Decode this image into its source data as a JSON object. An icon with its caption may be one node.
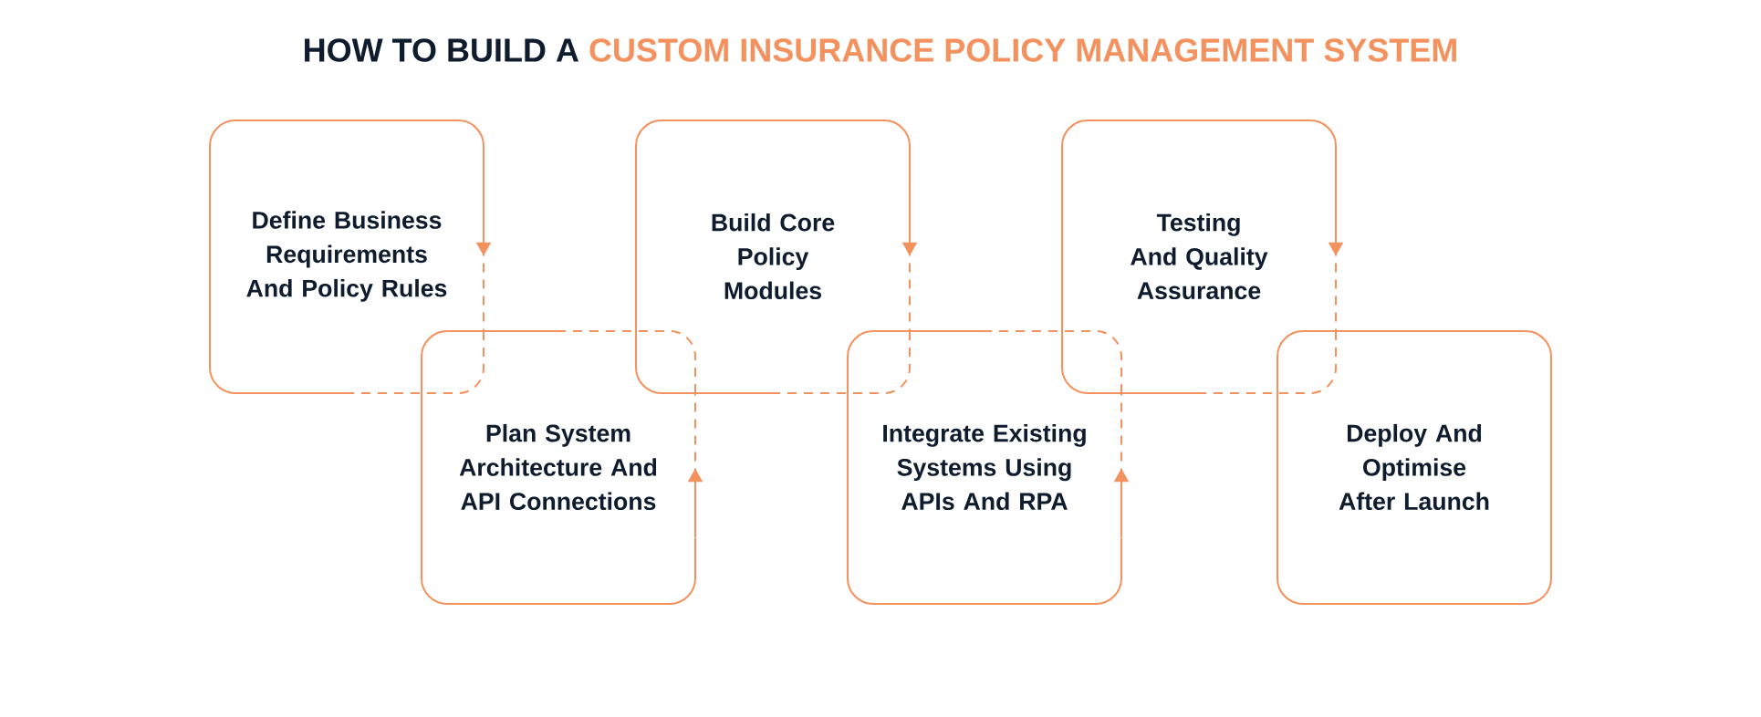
{
  "diagram": {
    "title": "HOW TO BUILD A",
    "nodes": [
      {
        "text": [
          "Define Business Requirements And Policy Rules"
        ]
      },
      {
        "text": [
          "Plan System Architecture And API Connections"
        ]
      },
      {
        "text": [
          "Build Core Policy Modules"
        ]
      },
      {
        "text": [
          "Integrate Existing Systems Using APIs And RPA"
        ]
      },
      {
        "text": [
          "Testing And Quality Assurance"
        ]
      },
      {
        "text": [
          "Deploy And Optimise After Launch"
        ]
      }
    ],
    "edges": [
      {
        "from": 0,
        "to": 1,
        "arrow": "to"
      },
      {
        "from": 1,
        "to": 2,
        "arrow": "to"
      },
      {
        "from": 2,
        "to": 3,
        "arrow": "to"
      },
      {
        "from": 3,
        "to": 4,
        "arrow": "to"
      },
      {
        "from": 4,
        "to": 5,
        "arrow": "to"
      }
    ],
    "labels": [
      "CUSTOM INSURANCE POLICY MANAGEMENT SYSTEM"
    ]
  }
}
